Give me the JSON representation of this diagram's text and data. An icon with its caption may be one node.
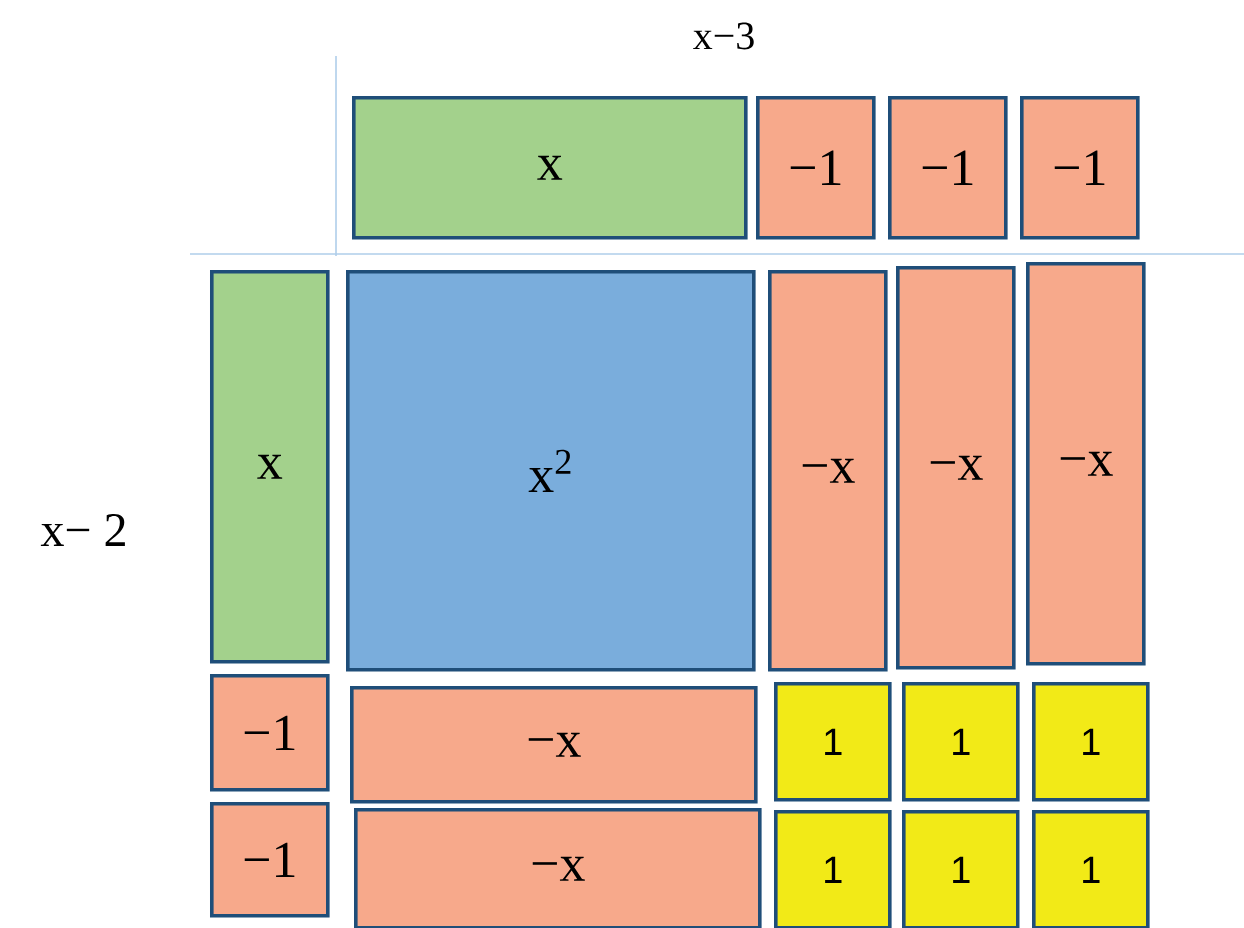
{
  "diagram": {
    "nodes": [
      {
        "text": [
          "x"
        ]
      },
      {
        "text": [
          "−1"
        ]
      },
      {
        "text": [
          "−1"
        ]
      },
      {
        "text": [
          "−1"
        ]
      },
      {
        "text": [
          "x"
        ]
      },
      {
        "text": [
          "x$^{2}$"
        ]
      },
      {
        "text": [
          "−x"
        ]
      },
      {
        "text": [
          "−x"
        ]
      },
      {
        "text": [
          "−x"
        ]
      },
      {
        "text": [
          "−1"
        ]
      },
      {
        "text": [
          "−x"
        ]
      },
      {
        "text": [
          "1"
        ]
      },
      {
        "text": [
          "1"
        ]
      },
      {
        "text": [
          "1"
        ]
      },
      {
        "text": [
          "−1"
        ]
      },
      {
        "text": [
          "−x"
        ]
      },
      {
        "text": [
          "1"
        ]
      },
      {
        "text": [
          "1"
        ]
      },
      {
        "text": [
          "1"
        ]
      }
    ],
    "labels": [
      "x−3",
      "x− 2"
    ]
  }
}
